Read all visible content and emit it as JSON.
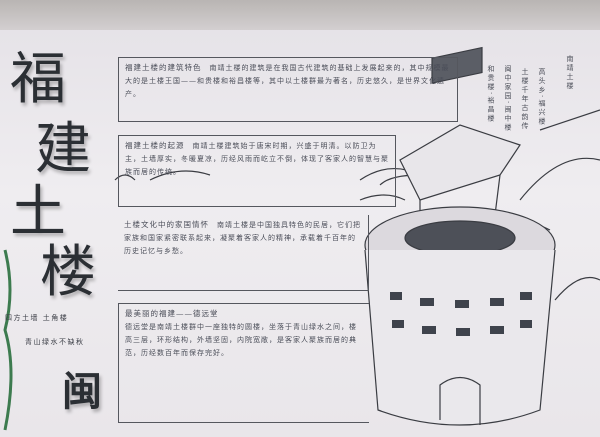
{
  "title": {
    "chars": [
      "福",
      "建",
      "土",
      "楼"
    ],
    "seal": "闽"
  },
  "motto": {
    "line1": "四方土墙 土角楼",
    "line2": "青山绿水不缺秋"
  },
  "sections": [
    {
      "heading": "福建土楼的建筑特色",
      "body": "南靖土楼的建筑是在我国古代建筑的基础上发展起来的，其中规模最大的是土楼王国——和贵楼和裕昌楼等，其中以土楼群最为著名，历史悠久，是世界文化遗产。"
    },
    {
      "heading": "福建土楼的起源",
      "body": "南靖土楼建筑始于唐宋时期，兴盛于明清。以防卫为主，土墙厚实，冬暖夏凉，历经风雨而屹立不倒，体现了客家人的智慧与聚族而居的传统。"
    },
    {
      "heading": "土楼文化中的家国情怀",
      "body": "南靖土楼是中国独具特色的民居，它们把家族和国家紧密联系起来，凝聚着客家人的精神，承载着千百年的历史记忆与乡愁。"
    },
    {
      "heading": "最美丽的福建——德远堂",
      "body": "德远堂是南靖土楼群中一座独特的圆楼，坐落于青山绿水之间，楼高三层，环形结构，外墙坚固，内院宽敞，是客家人聚族而居的典范，历经数百年而保存完好。"
    }
  ],
  "side_notes": [
    "南靖土楼",
    "高头乡·福兴楼",
    "土楼千年古韵传",
    "闽中家园·闽中楼",
    "和贵楼·裕昌楼"
  ]
}
